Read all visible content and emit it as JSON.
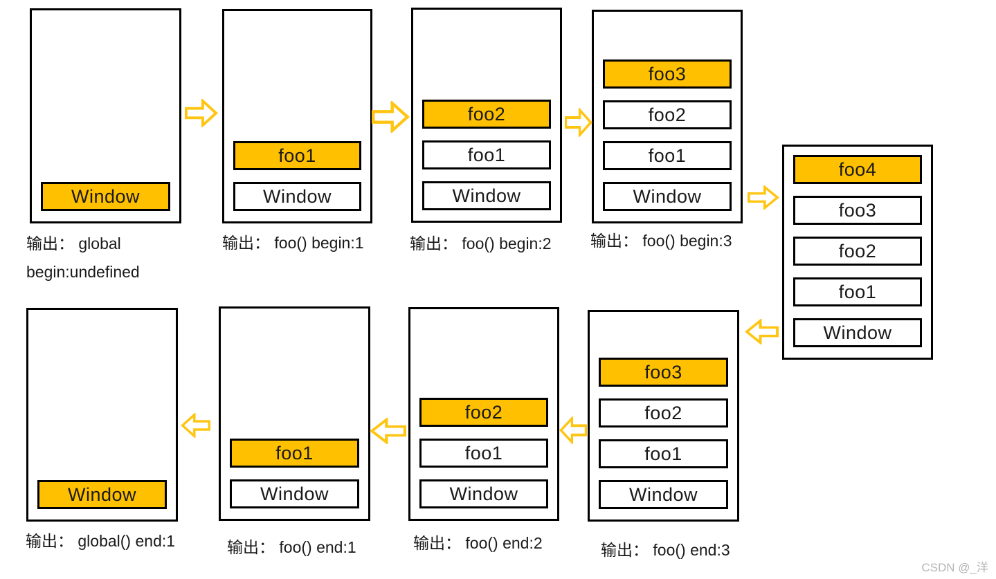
{
  "diagram": {
    "description_topic": "execution-context-stack",
    "frames": [
      {
        "id": "t1",
        "stack": [
          {
            "label": "Window",
            "highlighted": true
          }
        ],
        "caption_lines": [
          "输出： global",
          "begin:undefined"
        ]
      },
      {
        "id": "t2",
        "stack": [
          {
            "label": "foo1",
            "highlighted": true
          },
          {
            "label": "Window",
            "highlighted": false
          }
        ],
        "caption_lines": [
          "输出： foo() begin:1"
        ]
      },
      {
        "id": "t3",
        "stack": [
          {
            "label": "foo2",
            "highlighted": true
          },
          {
            "label": "foo1",
            "highlighted": false
          },
          {
            "label": "Window",
            "highlighted": false
          }
        ],
        "caption_lines": [
          "输出： foo() begin:2"
        ]
      },
      {
        "id": "t4",
        "stack": [
          {
            "label": "foo3",
            "highlighted": true
          },
          {
            "label": "foo2",
            "highlighted": false
          },
          {
            "label": "foo1",
            "highlighted": false
          },
          {
            "label": "Window",
            "highlighted": false
          }
        ],
        "caption_lines": [
          "输出： foo() begin:3"
        ]
      },
      {
        "id": "t5",
        "stack": [
          {
            "label": "foo4",
            "highlighted": true
          },
          {
            "label": "foo3",
            "highlighted": false
          },
          {
            "label": "foo2",
            "highlighted": false
          },
          {
            "label": "foo1",
            "highlighted": false
          },
          {
            "label": "Window",
            "highlighted": false
          }
        ],
        "caption_lines": []
      },
      {
        "id": "b1",
        "stack": [
          {
            "label": "Window",
            "highlighted": true
          }
        ],
        "caption_lines": [
          "输出： global() end:1"
        ]
      },
      {
        "id": "b2",
        "stack": [
          {
            "label": "foo1",
            "highlighted": true
          },
          {
            "label": "Window",
            "highlighted": false
          }
        ],
        "caption_lines": [
          "输出： foo() end:1"
        ]
      },
      {
        "id": "b3",
        "stack": [
          {
            "label": "foo2",
            "highlighted": true
          },
          {
            "label": "foo1",
            "highlighted": false
          },
          {
            "label": "Window",
            "highlighted": false
          }
        ],
        "caption_lines": [
          "输出： foo() end:2"
        ]
      },
      {
        "id": "b4",
        "stack": [
          {
            "label": "foo3",
            "highlighted": true
          },
          {
            "label": "foo2",
            "highlighted": false
          },
          {
            "label": "foo1",
            "highlighted": false
          },
          {
            "label": "Window",
            "highlighted": false
          }
        ],
        "caption_lines": [
          "输出： foo() end:3"
        ]
      }
    ]
  },
  "colors": {
    "highlight": "#FFC000",
    "arrow": "#FFC513",
    "border": "#000000",
    "watermark_color": "#B5B5B5"
  },
  "watermark": "CSDN @_洋"
}
